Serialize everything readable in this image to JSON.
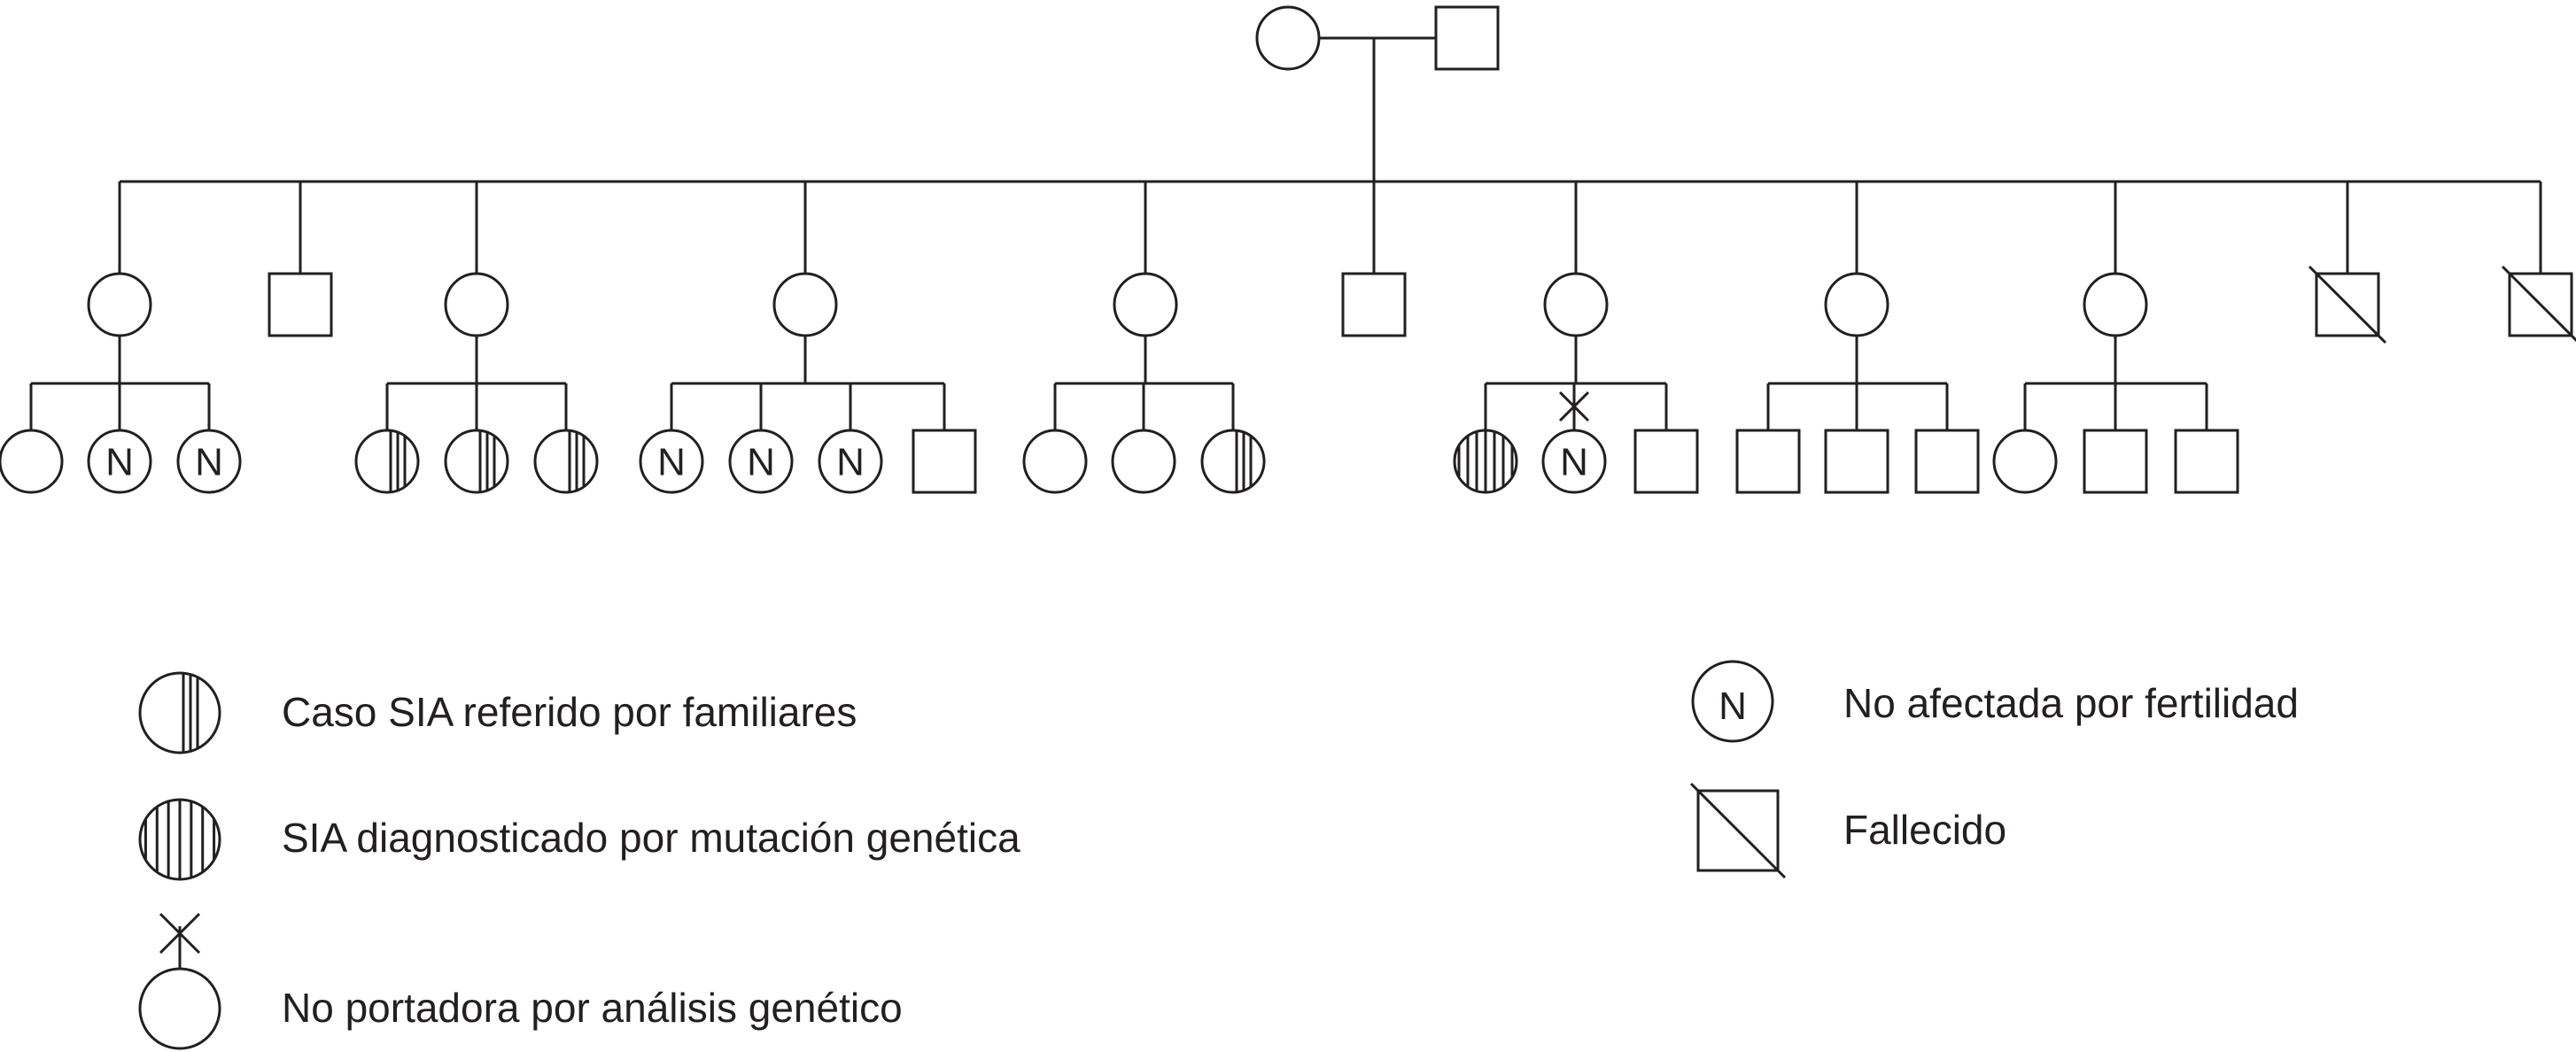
{
  "pedigree": {
    "founders": [
      {
        "id": "founder-mother",
        "sex": "female",
        "status": "unaffected"
      },
      {
        "id": "founder-father",
        "sex": "male",
        "status": "unaffected"
      }
    ],
    "generation2": [
      {
        "id": "g2-1",
        "sex": "female",
        "status": "unaffected",
        "children": [
          {
            "sex": "female",
            "status": "unaffected"
          },
          {
            "sex": "female",
            "status": "not_affected_fertility",
            "label": "N"
          },
          {
            "sex": "female",
            "status": "not_affected_fertility",
            "label": "N"
          }
        ]
      },
      {
        "id": "g2-2",
        "sex": "male",
        "status": "unaffected",
        "children": []
      },
      {
        "id": "g2-3",
        "sex": "female",
        "status": "unaffected",
        "children": [
          {
            "sex": "female",
            "status": "reported_by_family"
          },
          {
            "sex": "female",
            "status": "reported_by_family"
          },
          {
            "sex": "female",
            "status": "reported_by_family"
          }
        ]
      },
      {
        "id": "g2-4",
        "sex": "female",
        "status": "unaffected",
        "children": [
          {
            "sex": "female",
            "status": "not_affected_fertility",
            "label": "N"
          },
          {
            "sex": "female",
            "status": "not_affected_fertility",
            "label": "N"
          },
          {
            "sex": "female",
            "status": "not_affected_fertility",
            "label": "N"
          },
          {
            "sex": "male",
            "status": "unaffected"
          }
        ]
      },
      {
        "id": "g2-5",
        "sex": "female",
        "status": "unaffected",
        "children": [
          {
            "sex": "female",
            "status": "unaffected"
          },
          {
            "sex": "female",
            "status": "unaffected"
          },
          {
            "sex": "female",
            "status": "reported_by_family"
          }
        ]
      },
      {
        "id": "g2-6",
        "sex": "male",
        "status": "unaffected",
        "children": []
      },
      {
        "id": "g2-7",
        "sex": "female",
        "status": "unaffected",
        "children": [
          {
            "sex": "female",
            "status": "genetic_mutation"
          },
          {
            "sex": "female",
            "status": "not_affected_fertility",
            "label": "N",
            "noncarrier": true
          },
          {
            "sex": "male",
            "status": "unaffected"
          }
        ]
      },
      {
        "id": "g2-8",
        "sex": "female",
        "status": "unaffected",
        "children": [
          {
            "sex": "male",
            "status": "unaffected"
          },
          {
            "sex": "male",
            "status": "unaffected"
          },
          {
            "sex": "male",
            "status": "unaffected"
          }
        ]
      },
      {
        "id": "g2-9",
        "sex": "female",
        "status": "unaffected",
        "children": [
          {
            "sex": "female",
            "status": "unaffected"
          },
          {
            "sex": "male",
            "status": "unaffected"
          },
          {
            "sex": "male",
            "status": "unaffected"
          }
        ]
      },
      {
        "id": "g2-10",
        "sex": "male",
        "status": "deceased",
        "children": []
      },
      {
        "id": "g2-11",
        "sex": "male",
        "status": "deceased",
        "children": []
      }
    ]
  },
  "legend": {
    "reported_by_family": "Caso SIA referido por familiares",
    "genetic_mutation": "SIA diagnosticado por mutación genética",
    "noncarrier": "No portadora por análisis genético",
    "not_affected_fertility": "No afectada por fertilidad",
    "deceased": "Fallecido",
    "n_symbol": "N"
  },
  "colors": {
    "line": "#231f20",
    "background": "#ffffff"
  }
}
